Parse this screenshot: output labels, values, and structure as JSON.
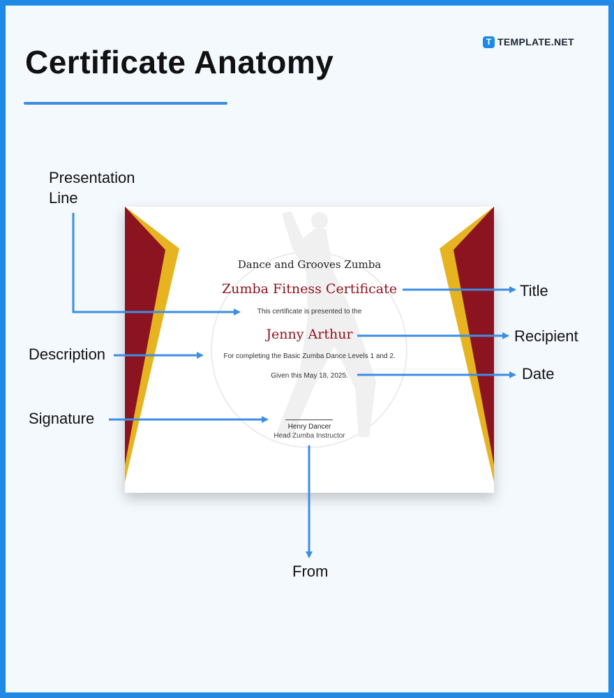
{
  "header": {
    "title": "Certificate Anatomy",
    "brand_logo_letter": "T",
    "brand_name": "TEMPLATE.NET"
  },
  "certificate": {
    "organization": "Dance and Grooves Zumba",
    "title": "Zumba Fitness Certificate",
    "presentation_line": "This certificate is presented to the",
    "recipient": "Jenny Arthur",
    "description": "For completing the Basic Zumba Dance Levels 1 and 2.",
    "date_line": "Given this May 18, 2025.",
    "signer_name": "Henry Dancer",
    "signer_role": "Head Zumba Instructor"
  },
  "callouts": {
    "presentation_line": "Presentation Line",
    "description": "Description",
    "signature": "Signature",
    "title": "Title",
    "recipient": "Recipient",
    "date": "Date",
    "from": "From"
  },
  "colors": {
    "border": "#1e8ae6",
    "arrow": "#3d8de4",
    "maroon": "#8c1420",
    "gold": "#e7b421"
  }
}
